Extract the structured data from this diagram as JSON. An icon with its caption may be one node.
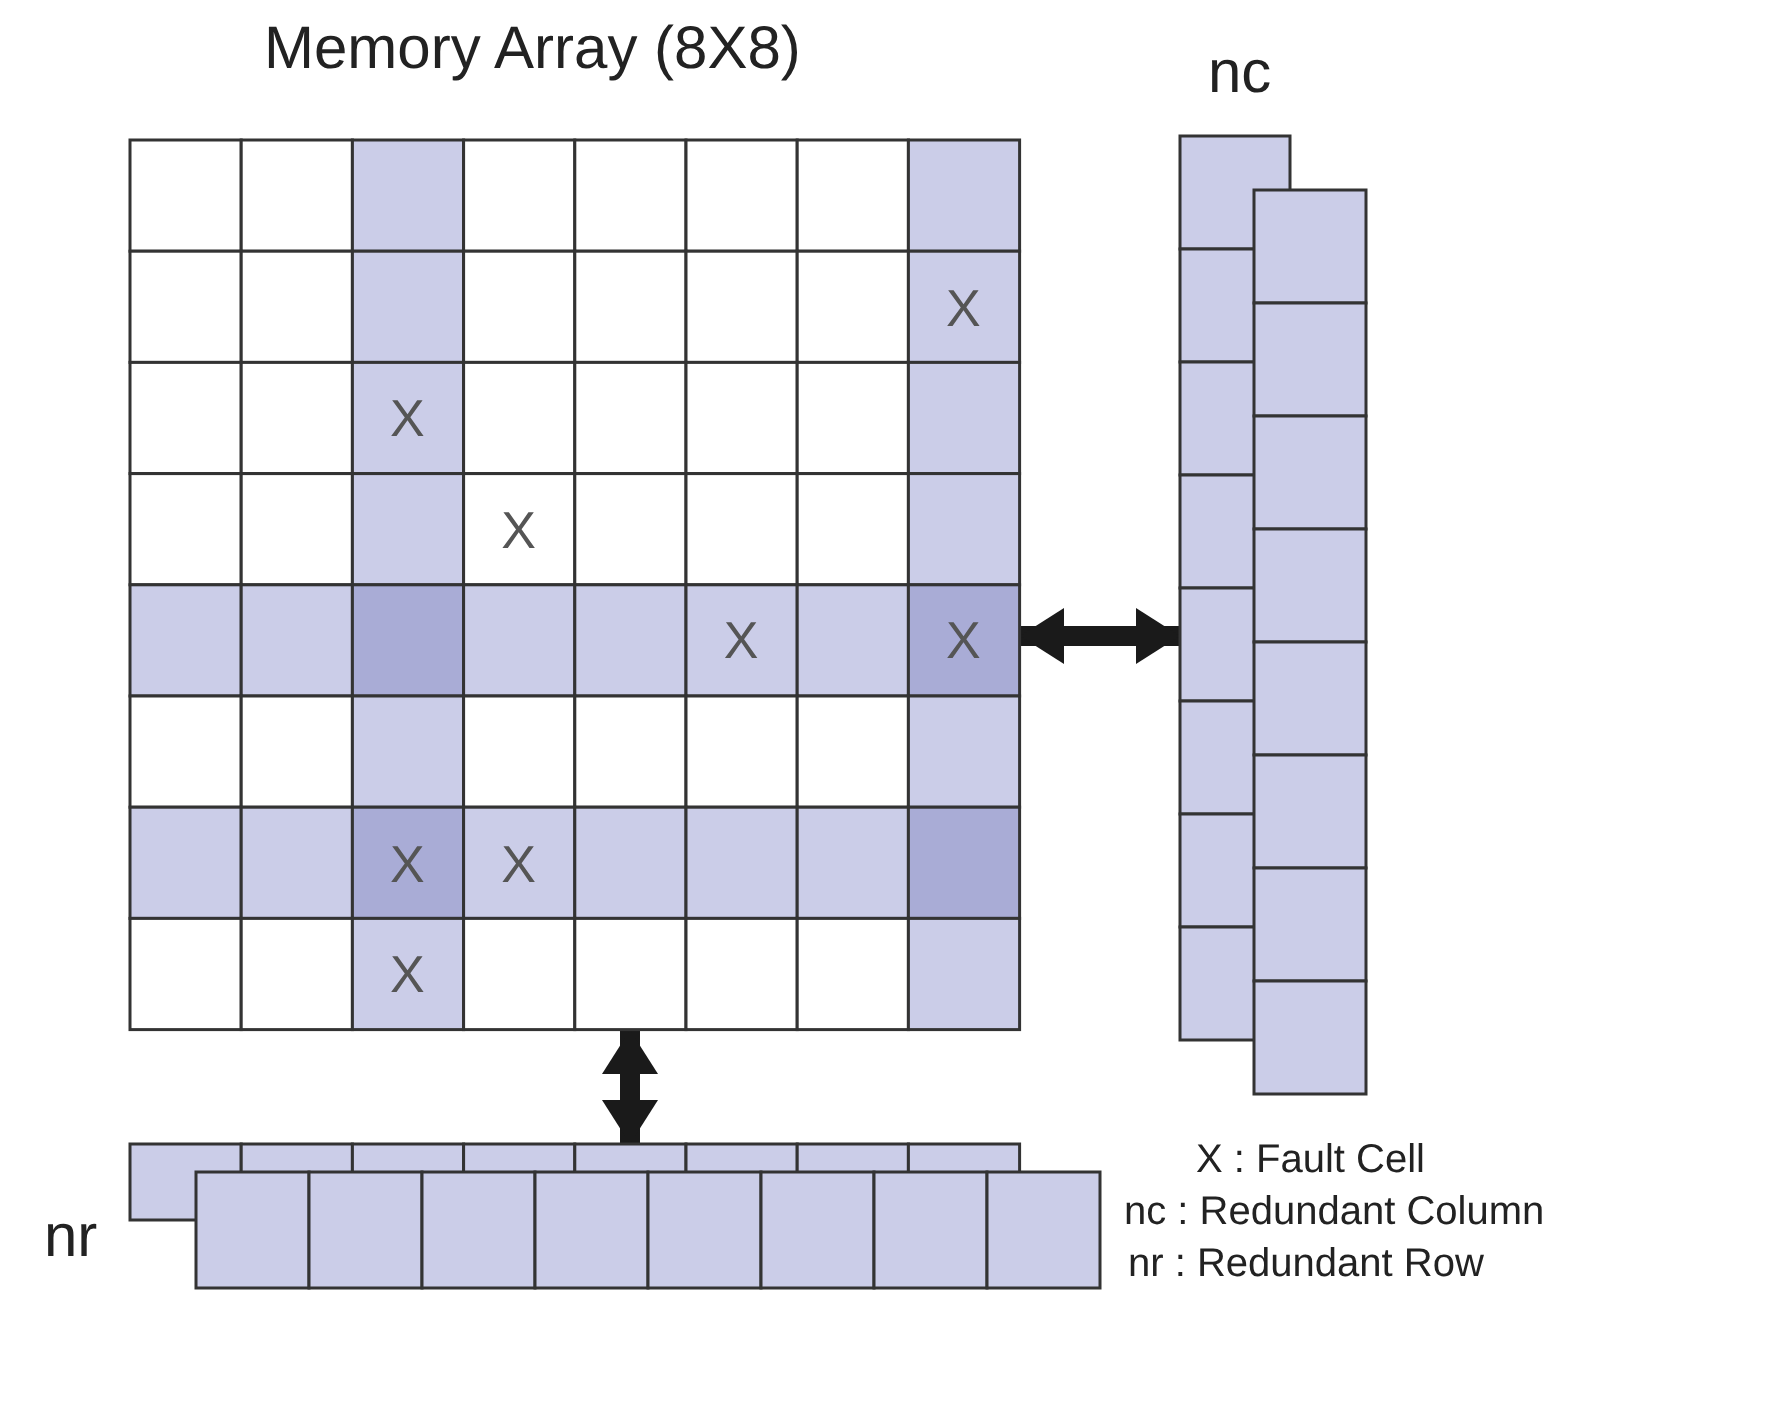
{
  "diagram": {
    "nodes": [
      {
        "text": [
          "Memory Array (8X8)"
        ]
      },
      {
        "text": [
          "nc"
        ]
      },
      {
        "text": [
          "nr"
        ]
      }
    ],
    "edges": [
      {
        "from": 0,
        "to": 1,
        "arrow": "both"
      },
      {
        "from": 0,
        "to": 2,
        "arrow": "both"
      }
    ],
    "labels": [
      "X",
      "X",
      "X",
      "X",
      "X",
      "X",
      "X",
      "X"
    ],
    "legend": [
      {
        "text": "X : Fault Cell"
      },
      {
        "text": "nc : Redundant Column"
      },
      {
        "text": "nr : Redundant Row"
      }
    ]
  }
}
